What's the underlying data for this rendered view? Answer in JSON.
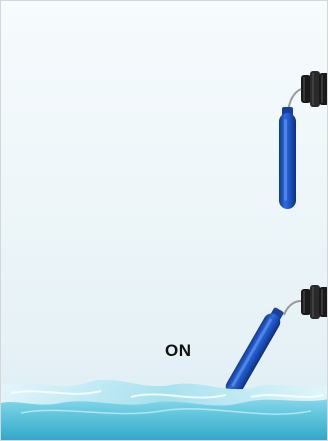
{
  "states": {
    "on_label": "ON"
  },
  "sensors": [
    {
      "name": "float-switch-upper",
      "orientation": "hanging-vertical"
    },
    {
      "name": "float-switch-lower",
      "orientation": "tilted-floating"
    }
  ],
  "colors": {
    "float_body": "#1f57c7",
    "connector": "#1a1a1a",
    "water": "#58c3dc"
  }
}
